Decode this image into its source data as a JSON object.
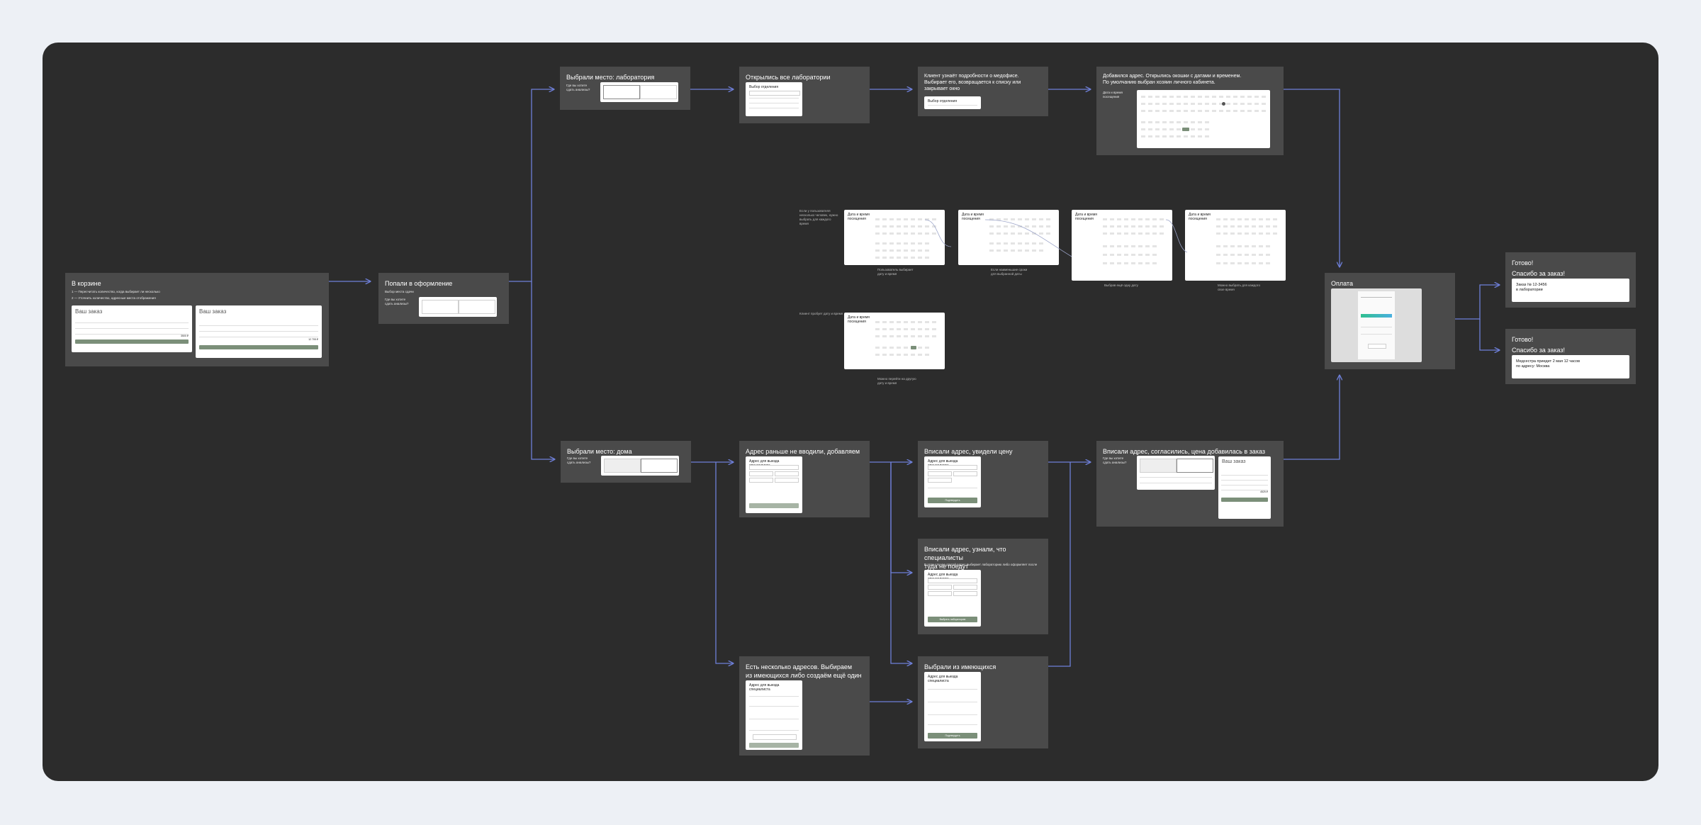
{
  "frames": {
    "cart": {
      "title": "В корзине",
      "note1": "1 — Пересчитать количество, когда выбирает ли несколько",
      "note2": "2 — Уточнить количество, адресные места отображения",
      "order_title": "Ваш заказ",
      "order_title2": "Ваш заказ",
      "price1": "3500 ₽",
      "price2": "12 705 ₽"
    },
    "checkout": {
      "title": "Попали в оформление",
      "note": "Выбор места сдачи",
      "question": "Где вы хотите сдать анализы?"
    },
    "lab": {
      "title": "Выбрали место: лаборатория",
      "question": "Где вы хотите сдать анализы?"
    },
    "all_labs": {
      "title": "Открылись все лаборатории",
      "card_title": "Выбор отделения"
    },
    "client_learns": {
      "title": "Клиент узнаёт подробности о медофисе.\nВыбирает его, возвращается к списку или\nзакрывает окно",
      "card_title": "Выбор отделения"
    },
    "date_time": {
      "title": "Добавился адрес. Открылись окошки с датами и временем.\nПо умолчанию выбран хозяин личного кабинета.",
      "card_title": "Дата и время\nпосещения"
    },
    "home": {
      "title": "Выбрали место: дома",
      "question": "Где вы хотите сдать анализы?"
    },
    "addr_new": {
      "title": "Адрес раньше не вводили, добавляем",
      "card_title": "Адрес для выезда специалиста"
    },
    "addr_price": {
      "title": "Вписали адрес, увидели цену",
      "card_title": "Адрес для выезда специалиста",
      "button": "Подтвердить"
    },
    "addr_no": {
      "title": "Вписали адрес, узнали, что специалисты\nтуда не поедут",
      "note": "В этом случае другой адрес выбирает лабораторию либо оформляет после",
      "card_title": "Адрес для выезда специалиста",
      "button": "Выбрать лабораторию"
    },
    "addr_agreed": {
      "title": "Вписали адрес, согласились, цена добавилась в заказ",
      "question": "Где вы хотите сдать анализы?",
      "order_title": "Ваш заказ",
      "total": "4525 ₽"
    },
    "addr_many": {
      "title": "Есть несколько адресов. Выбираем\nиз имеющихся либо создаём ещё один",
      "card_title": "Адрес для выезда специалиста"
    },
    "addr_pick": {
      "title": "Выбрали из имеющихся",
      "card_title": "Адрес для выезда специалиста",
      "button": "Подтвердить"
    },
    "payment": {
      "title": "Оплата"
    },
    "done1": {
      "title": "Готово!",
      "subtitle": "Спасибо за заказ!",
      "card": "Заказ № 12-3456\nв лаборатории"
    },
    "done2": {
      "title": "Готово!",
      "subtitle": "Спасибо за заказ!",
      "card": "Медсестра приедет 2 мая 12 часов\nпо адресу: Москва"
    }
  },
  "calendars": {
    "c1": {
      "title": "Дата и время\nпосещения",
      "side_note": "Если у пользователя\nнесколько человек, нужно\nвыбрать для каждого\nвремя"
    },
    "c2": {
      "title": "Дата и время\nпосещения"
    },
    "c3": {
      "title": "Дата и время\nпосещения"
    },
    "c4": {
      "title": "Дата и время\nпосещения"
    },
    "c5": {
      "title": "Дата и время\nпосещения",
      "side_note": "Клиент пробует дату и время"
    },
    "cap1": "Пользователь выбирает\nдату и время",
    "cap2": "Если наименьшие сроки\nдля выбранной даты",
    "cap3": "Выбрав ещё одну дату",
    "cap4": "Можно выбрать для каждого\nсвое время",
    "cap5": "Можно перейти на другую\nдату и время"
  },
  "colors": {
    "board": "#2c2c2c",
    "frame": "#4a4a4a",
    "arrow": "#6e7fd8",
    "button": "#7b8f79"
  }
}
